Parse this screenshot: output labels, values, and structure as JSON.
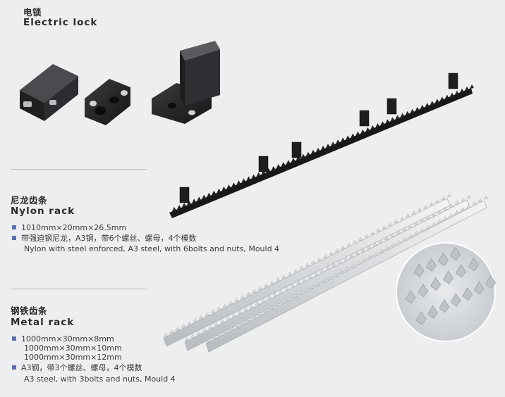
{
  "colors": {
    "background": "#eceef0",
    "bullet": "#5a6fae",
    "text": "#2e2e30"
  },
  "electric_lock": {
    "title_zh": "电锁",
    "title_en": "Electric lock"
  },
  "nylon_rack": {
    "title_zh": "尼龙齿条",
    "title_en": "Nylon rack",
    "specs": [
      "1010mm×20mm×26.5mm",
      "带强迫钢尼龙，A3钢，带6个螺丝、螺母，4个模数"
    ],
    "spec_en": "Nylon with steel enforced, A3 steel, with 6bolts and nuts, Mould 4"
  },
  "metal_rack": {
    "title_zh": "钢铁齿条",
    "title_en": "Metal rack",
    "sizes": [
      "1000mm×30mm×8mm",
      "1000mm×30mm×10mm",
      "1000mm×30mm×12mm"
    ],
    "spec_zh": "A3钢，带3个螺丝、螺母，4个模数",
    "spec_en": "A3 steel, with 3bolts and nuts, Mould 4"
  }
}
